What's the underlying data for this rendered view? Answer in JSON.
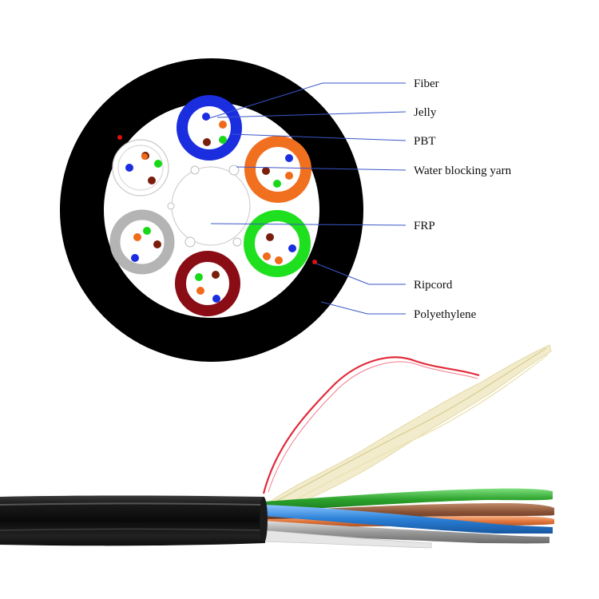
{
  "labels": {
    "fiber": "Fiber",
    "jelly": "Jelly",
    "pbt": "PBT",
    "water_blocking_yarn": "Water blocking yarn",
    "frp": "FRP",
    "ripcord": "Ripcord",
    "polyethylene": "Polyethylene"
  },
  "colors": {
    "sheath": "#000000",
    "leader_line": "#3a55c8",
    "ripcord": "#e01010",
    "yarn": "#f2eccc",
    "tubes": [
      "blue",
      "orange",
      "green",
      "maroon",
      "grey",
      "white"
    ],
    "fiber_palette": {
      "blue": "#1a2ee0",
      "orange": "#f06a1a",
      "green": "#18d818",
      "brown": "#7a1e0c",
      "maroon": "#8a0c14",
      "grey": "#b4b4b4",
      "white": "#ffffff"
    }
  }
}
